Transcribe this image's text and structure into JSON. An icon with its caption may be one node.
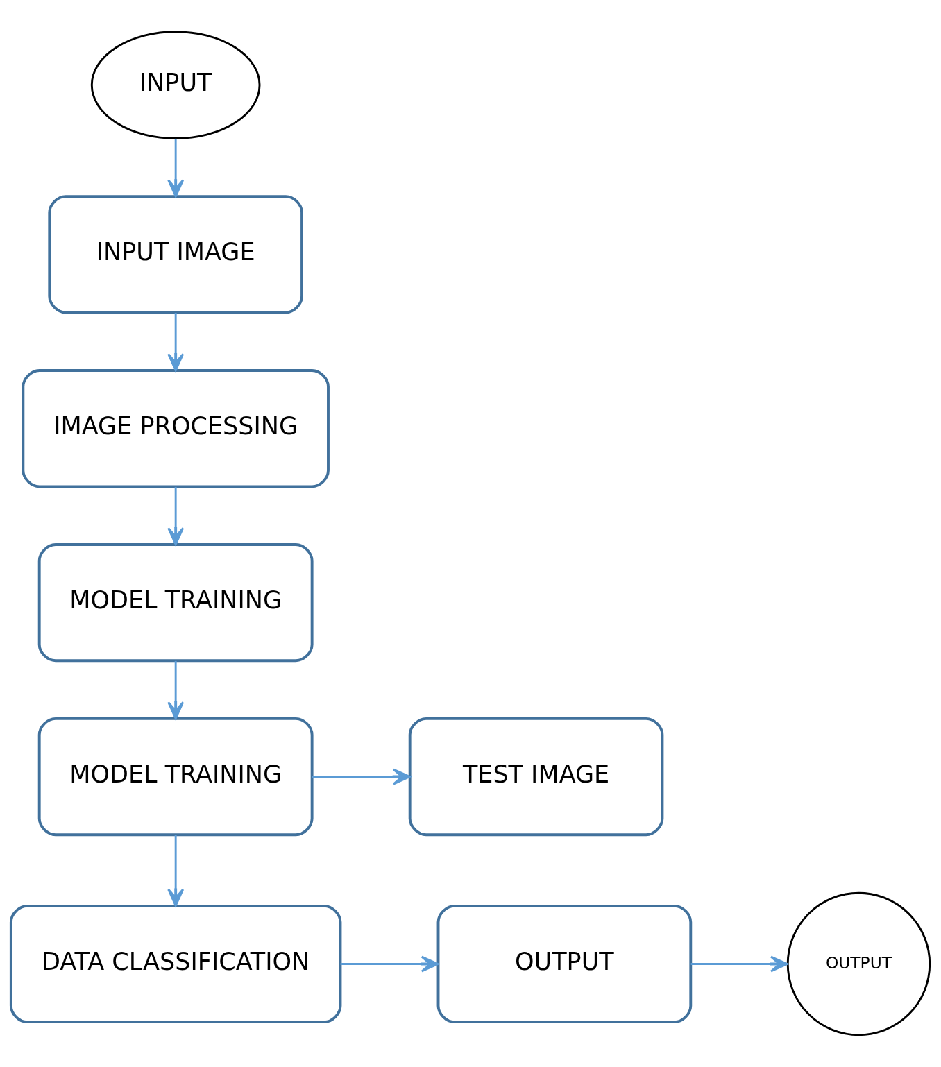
{
  "diagram": {
    "nodes": [
      {
        "text": [
          "INPUT"
        ]
      },
      {
        "text": [
          "INPUT IMAGE"
        ]
      },
      {
        "text": [
          "IMAGE PROCESSING"
        ]
      },
      {
        "text": [
          "MODEL TRAINING"
        ]
      },
      {
        "text": [
          "MODEL TRAINING"
        ]
      },
      {
        "text": [
          "TEST IMAGE"
        ]
      },
      {
        "text": [
          "DATA CLASSIFICATION"
        ]
      },
      {
        "text": [
          "OUTPUT"
        ]
      },
      {
        "text": [
          "OUTPUT"
        ]
      }
    ],
    "edges": [
      {
        "from": 0,
        "to": 1,
        "arrow": "to"
      },
      {
        "from": 1,
        "to": 2,
        "arrow": "to"
      },
      {
        "from": 2,
        "to": 3,
        "arrow": "to"
      },
      {
        "from": 3,
        "to": 4,
        "arrow": "to"
      },
      {
        "from": 4,
        "to": 5,
        "arrow": "to"
      },
      {
        "from": 4,
        "to": 6,
        "arrow": "to"
      },
      {
        "from": 6,
        "to": 7,
        "arrow": "to"
      },
      {
        "from": 7,
        "to": 8,
        "arrow": "to"
      }
    ]
  }
}
